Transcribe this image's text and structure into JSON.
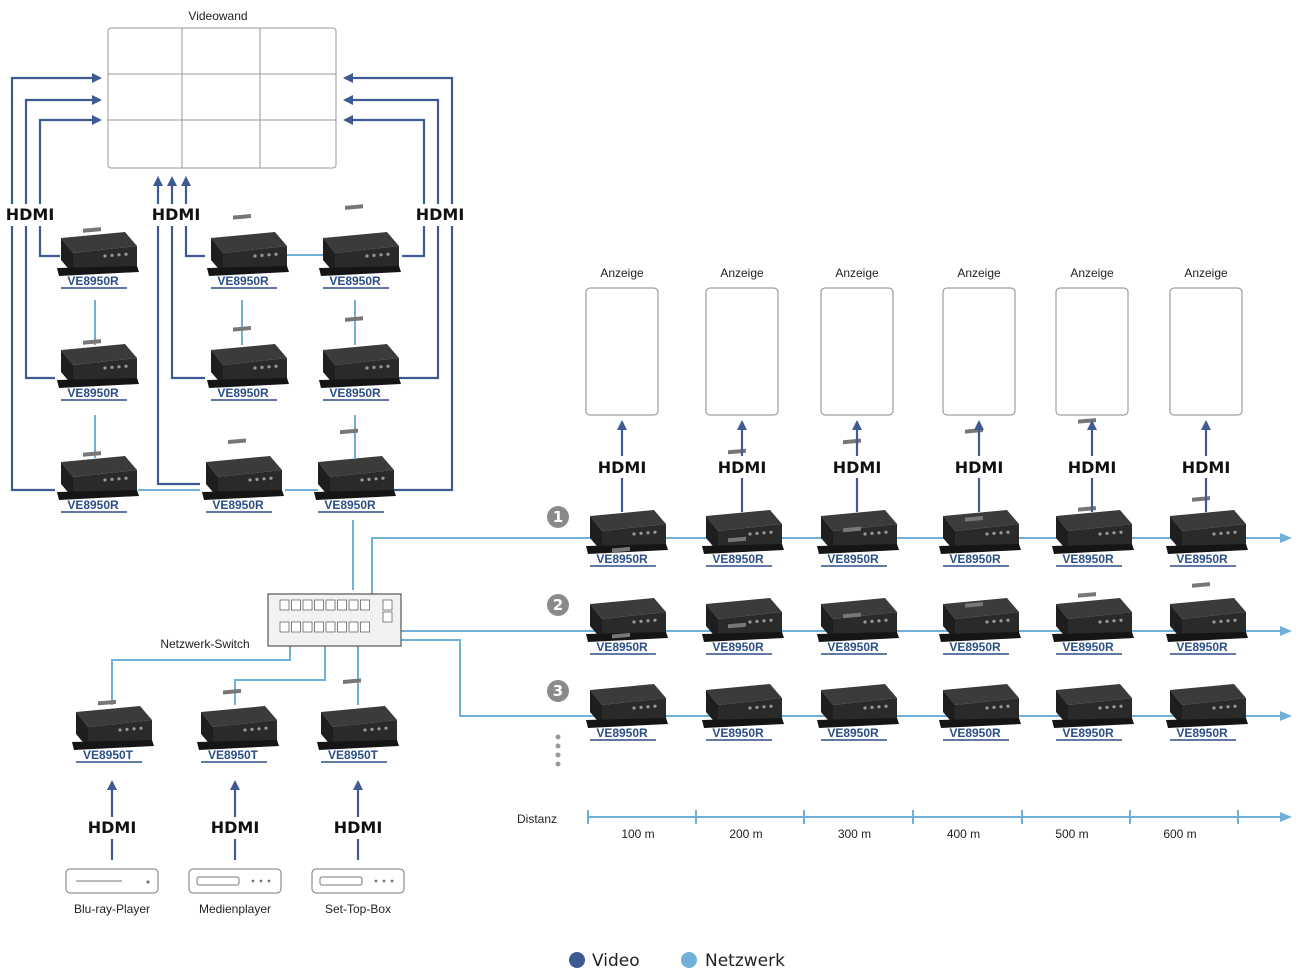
{
  "colors": {
    "video": "#3d5a92",
    "network": "#6fb0d8",
    "device": "#2a2a2a",
    "badge": "#8a8a8a"
  },
  "labels": {
    "videowall": "Videowand",
    "hdmi": "HDMI",
    "display": "Anzeige",
    "switch": "Netzwerk-Switch",
    "distance": "Distanz",
    "receiver": "VE8950R",
    "transmitter": "VE8950T"
  },
  "sources": [
    "Blu-ray-Player",
    "Medienplayer",
    "Set-Top-Box"
  ],
  "chains": [
    "1",
    "2",
    "3"
  ],
  "distances": [
    "100 m",
    "200 m",
    "300 m",
    "400 m",
    "500 m",
    "600 m"
  ],
  "legend": {
    "video": "Video",
    "network": "Netzwerk"
  }
}
